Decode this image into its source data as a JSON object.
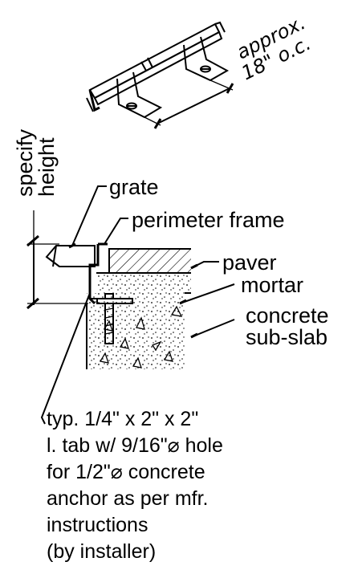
{
  "labels": {
    "spacing_line1": "approx.",
    "spacing_line2": "18\" o.c.",
    "specify_line1": "specify",
    "specify_line2": "height",
    "grate": "grate",
    "perimeter_frame": "perimeter frame",
    "paver": "paver",
    "mortar": "mortar",
    "concrete_line1": "concrete",
    "concrete_line2": "sub-slab",
    "note_lines": [
      "typ. 1/4\" x 2\" x 2\"",
      "l. tab w/ 9/16\"⌀ hole",
      "for 1/2\"⌀ concrete",
      "anchor as per mfr.",
      "instructions",
      "(by installer)"
    ]
  },
  "colors": {
    "ink": "#000000",
    "background": "#ffffff"
  }
}
